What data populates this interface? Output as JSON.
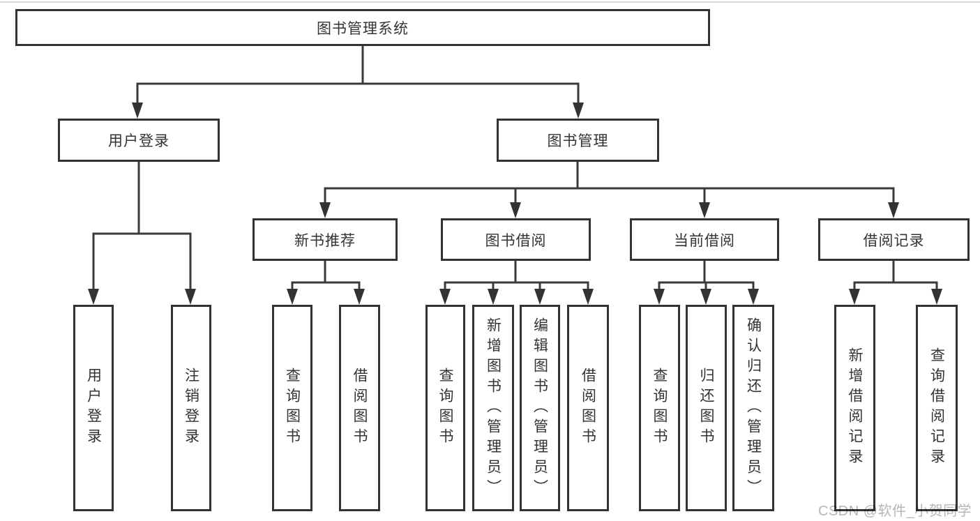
{
  "tree": {
    "root": {
      "label": "图书管理系统"
    },
    "level2": [
      {
        "label": "用户登录"
      },
      {
        "label": "图书管理"
      }
    ],
    "level3": [
      {
        "label": "新书推荐"
      },
      {
        "label": "图书借阅"
      },
      {
        "label": "当前借阅"
      },
      {
        "label": "借阅记录"
      }
    ],
    "leaves": [
      {
        "label": "用户登录",
        "parent": "用户登录"
      },
      {
        "label": "注销登录",
        "parent": "用户登录"
      },
      {
        "label": "查询图书",
        "parent": "新书推荐"
      },
      {
        "label": "借阅图书",
        "parent": "新书推荐"
      },
      {
        "label": "查询图书",
        "parent": "图书借阅"
      },
      {
        "label": "新增图书（管理员）",
        "parent": "图书借阅"
      },
      {
        "label": "编辑图书（管理员）",
        "parent": "图书借阅"
      },
      {
        "label": "借阅图书",
        "parent": "图书借阅"
      },
      {
        "label": "查询图书",
        "parent": "当前借阅"
      },
      {
        "label": "归还图书",
        "parent": "当前借阅"
      },
      {
        "label": "确认归还（管理员）",
        "parent": "当前借阅"
      },
      {
        "label": "新增借阅记录",
        "parent": "借阅记录"
      },
      {
        "label": "查询借阅记录",
        "parent": "借阅记录"
      }
    ]
  },
  "watermark": {
    "text": "CSDN @软件_小贺同学"
  },
  "colors": {
    "line": "#3a3a3a",
    "arrow": "#333333",
    "box_border": "#333333",
    "text": "#333333",
    "watermark": "#b6b6b6",
    "background": "#ffffff"
  }
}
